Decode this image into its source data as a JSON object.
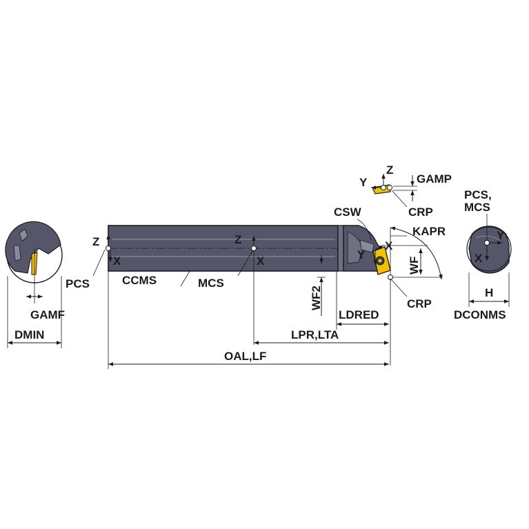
{
  "labels": {
    "z_top": "Z",
    "y_top": "Y",
    "gamp": "GAMP",
    "crp_top": "CRP",
    "csw": "CSW",
    "kapr": "KAPR",
    "pcs_mcs_line1": "PCS,",
    "pcs_mcs_line2": "MCS",
    "y_end": "Y",
    "x_end": "X",
    "z_left": "Z",
    "x_left": "X",
    "pcs": "PCS",
    "ccms": "CCMS",
    "z_mid": "Z",
    "x_mid": "X",
    "mcs": "MCS",
    "wf2": "WF2",
    "x_head": "X",
    "y_head": "Y",
    "wf": "WF",
    "crp_bottom": "CRP",
    "ldred": "LDRED",
    "lpr_lta": "LPR,LTA",
    "oal_lf": "OAL,LF",
    "gamf": "GAMF",
    "dmin": "DMIN",
    "h": "H",
    "dconms": "DCONMS"
  },
  "colors": {
    "tool_body": "#55566a",
    "insert_yellow": "#f2c200",
    "outline": "#1a1a1a"
  }
}
